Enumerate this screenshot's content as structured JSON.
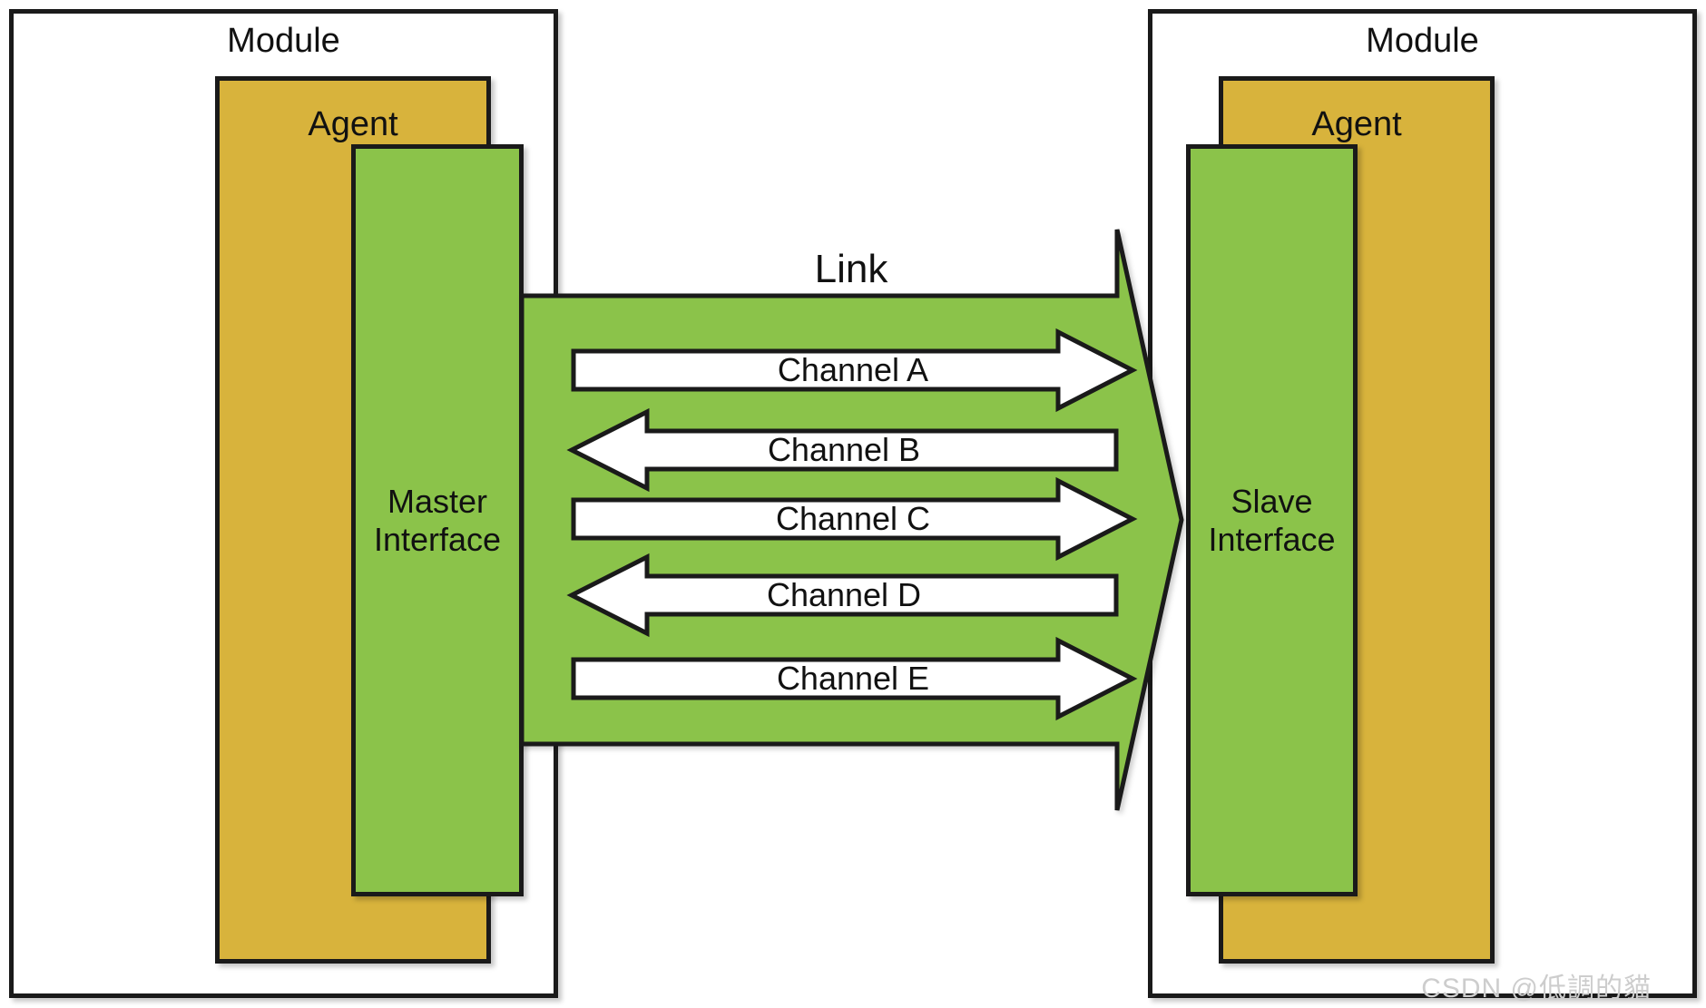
{
  "colors": {
    "gold": "#D8B33C",
    "green": "#8BC34A",
    "white": "#FFFFFF",
    "border": "#1A1A1A",
    "watermark_gray": "#CDCDCD"
  },
  "left_module": {
    "title": "Module",
    "agent_title": "Agent",
    "interface_line1": "Master",
    "interface_line2": "Interface"
  },
  "right_module": {
    "title": "Module",
    "agent_title": "Agent",
    "interface_line1": "Slave",
    "interface_line2": "Interface"
  },
  "link": {
    "label": "Link",
    "channels": [
      {
        "label": "Channel A",
        "direction": "right"
      },
      {
        "label": "Channel B",
        "direction": "left"
      },
      {
        "label": "Channel C",
        "direction": "right"
      },
      {
        "label": "Channel D",
        "direction": "left"
      },
      {
        "label": "Channel E",
        "direction": "right"
      }
    ]
  },
  "watermark": {
    "text": "CSDN @低調的貓"
  }
}
